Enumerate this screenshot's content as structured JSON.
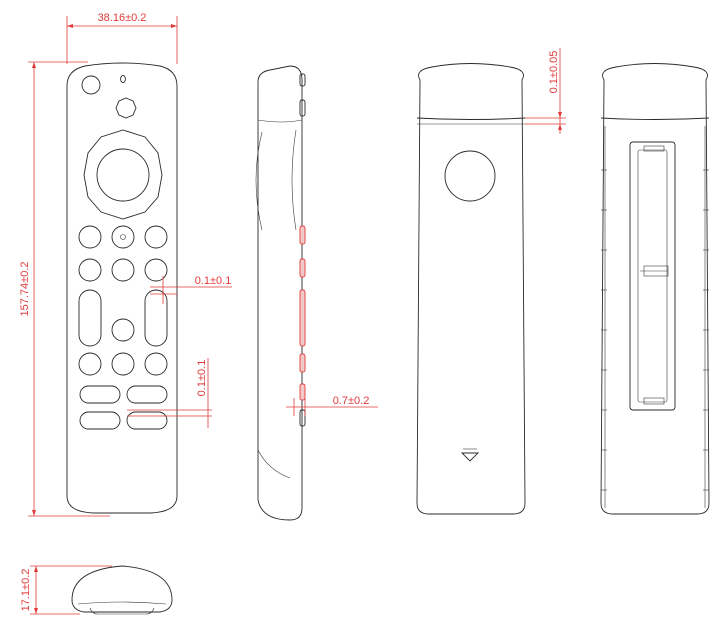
{
  "dimensions": {
    "width": "38.16±0.2",
    "length": "157.74±0.2",
    "gap_side": "0.1±0.1",
    "gap_lower": "0.1±0.1",
    "button_protrusion": "0.7±0.2",
    "cap_step": "0.1±0.05",
    "thickness": "17.1±0.2"
  },
  "colors": {
    "outline": "#2a2a2a",
    "dimension": "#e23a3a"
  }
}
